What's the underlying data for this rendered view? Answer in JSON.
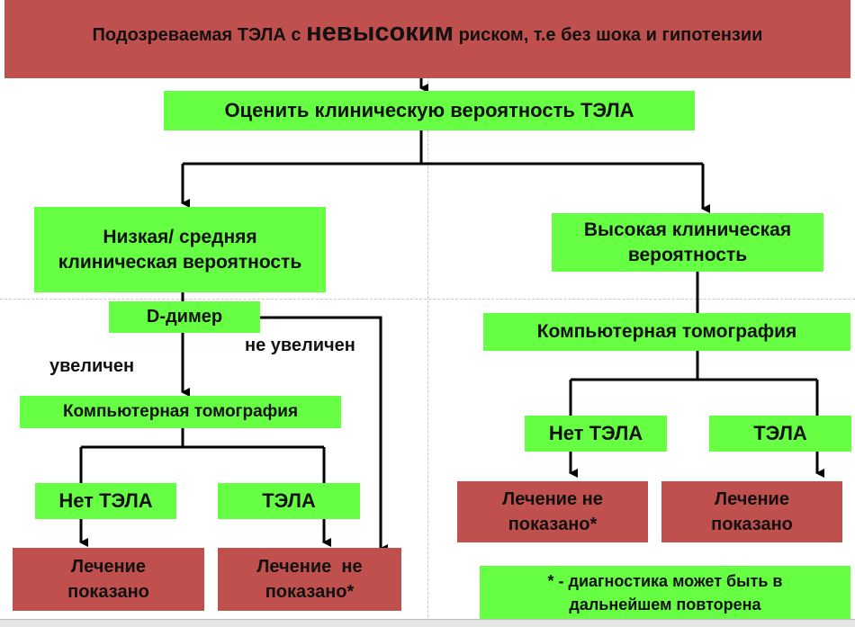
{
  "header": {
    "part1": "Подозреваемая ТЭЛА с",
    "emph": "невысоким",
    "part2": "риском,",
    "part3": "т.е",
    "part4": "без шока и гипотензии"
  },
  "assess": "Оценить клиническую вероятность ТЭЛА",
  "low_prob": {
    "line1": "Низкая/ средняя",
    "line2": "клиническая вероятность"
  },
  "high_prob": {
    "line1": "Высокая клиническая",
    "line2": "вероятность"
  },
  "ddimer": "D-димер",
  "increased": "увеличен",
  "not_increased": "не увеличен",
  "ct_left": "Компьютерная томография",
  "ct_right": "Компьютерная томография",
  "no_pe_left": "Нет ТЭЛА",
  "pe_left": "ТЭЛА",
  "no_pe_right": "Нет ТЭЛА",
  "pe_right": "ТЭЛА",
  "treat_shown_left": {
    "line1": "Лечение",
    "line2": "показано"
  },
  "treat_not_left": {
    "line1": "Лечение  не",
    "line2": "показано*"
  },
  "treat_not_right": {
    "line1": "Лечение не",
    "line2": "показано*"
  },
  "treat_shown_right": {
    "line1": "Лечение",
    "line2": "показано"
  },
  "footnote": {
    "line1": "* - диагностика может быть в",
    "line2": "дальнейшем повторена"
  },
  "colors": {
    "green": "#66ff44",
    "red": "#c0504d",
    "line": "#000000"
  }
}
